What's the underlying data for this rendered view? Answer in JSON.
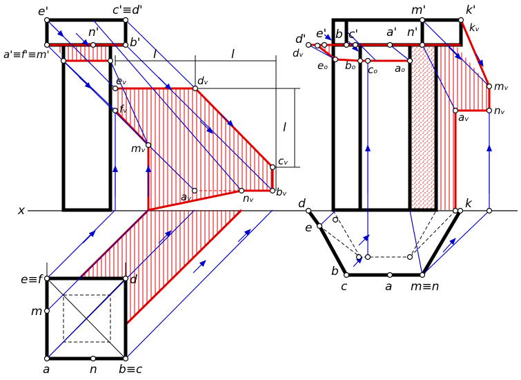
{
  "colors": {
    "shadow": "#e00000",
    "ray": "#0000cc",
    "line": "#000000",
    "stipple": "#d40000"
  },
  "axis": {
    "x": "x"
  },
  "left": {
    "e1": "e'",
    "c1d1": "c'≡d'",
    "n1": "n'",
    "b1": "b'",
    "afm": "a'≡f'≡m'",
    "l_top1": "l",
    "l_top2": "l",
    "l_side": "l",
    "ev": "eᵥ",
    "dv": "dᵥ",
    "fv": "fᵥ",
    "mv": "mᵥ",
    "cv": "cᵥ",
    "av": "aᵥ",
    "nv": "nᵥ",
    "bv": "bᵥ",
    "ef": "e≡f",
    "d": "d",
    "m": "m",
    "a": "a",
    "n": "n",
    "bc": "b≡c"
  },
  "right": {
    "m1": "m'",
    "k1": "k'",
    "kv": "kᵥ",
    "d1": "d'",
    "e1": "e'",
    "b": "b",
    "c1": "c'",
    "a1": "a'",
    "n1": "n'",
    "dv": "dᵥ",
    "eo": "eₒ",
    "bo": "bₒ",
    "co": "cₒ",
    "ao": "aₒ",
    "mv": "mᵥ",
    "nv": "nᵥ",
    "av": "aᵥ",
    "d": "d",
    "e": "e",
    "k": "k",
    "b2": "b",
    "c": "c",
    "a": "a",
    "mn": "m≡n"
  }
}
